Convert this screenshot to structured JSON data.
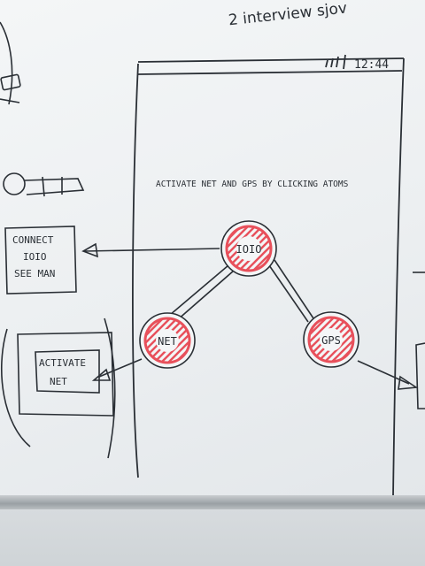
{
  "top_note": "2 interview sjov",
  "phone": {
    "clock": "12:44",
    "instruction": "ACTIVATE NET AND GPS BY CLICKING ATOMS",
    "atoms": [
      {
        "id": "ioio",
        "label": "IOIO"
      },
      {
        "id": "net",
        "label": "NET"
      },
      {
        "id": "gps",
        "label": "GPS"
      }
    ]
  },
  "left_screens": {
    "connect_line1": "CONNECT",
    "connect_line2": "IOIO",
    "connect_line3": "SEE MAN",
    "activate_line1": "ACTIVATE",
    "activate_line2": "NET"
  },
  "colors": {
    "ink": "#2a2f35",
    "atom_fill": "#e8505b"
  }
}
